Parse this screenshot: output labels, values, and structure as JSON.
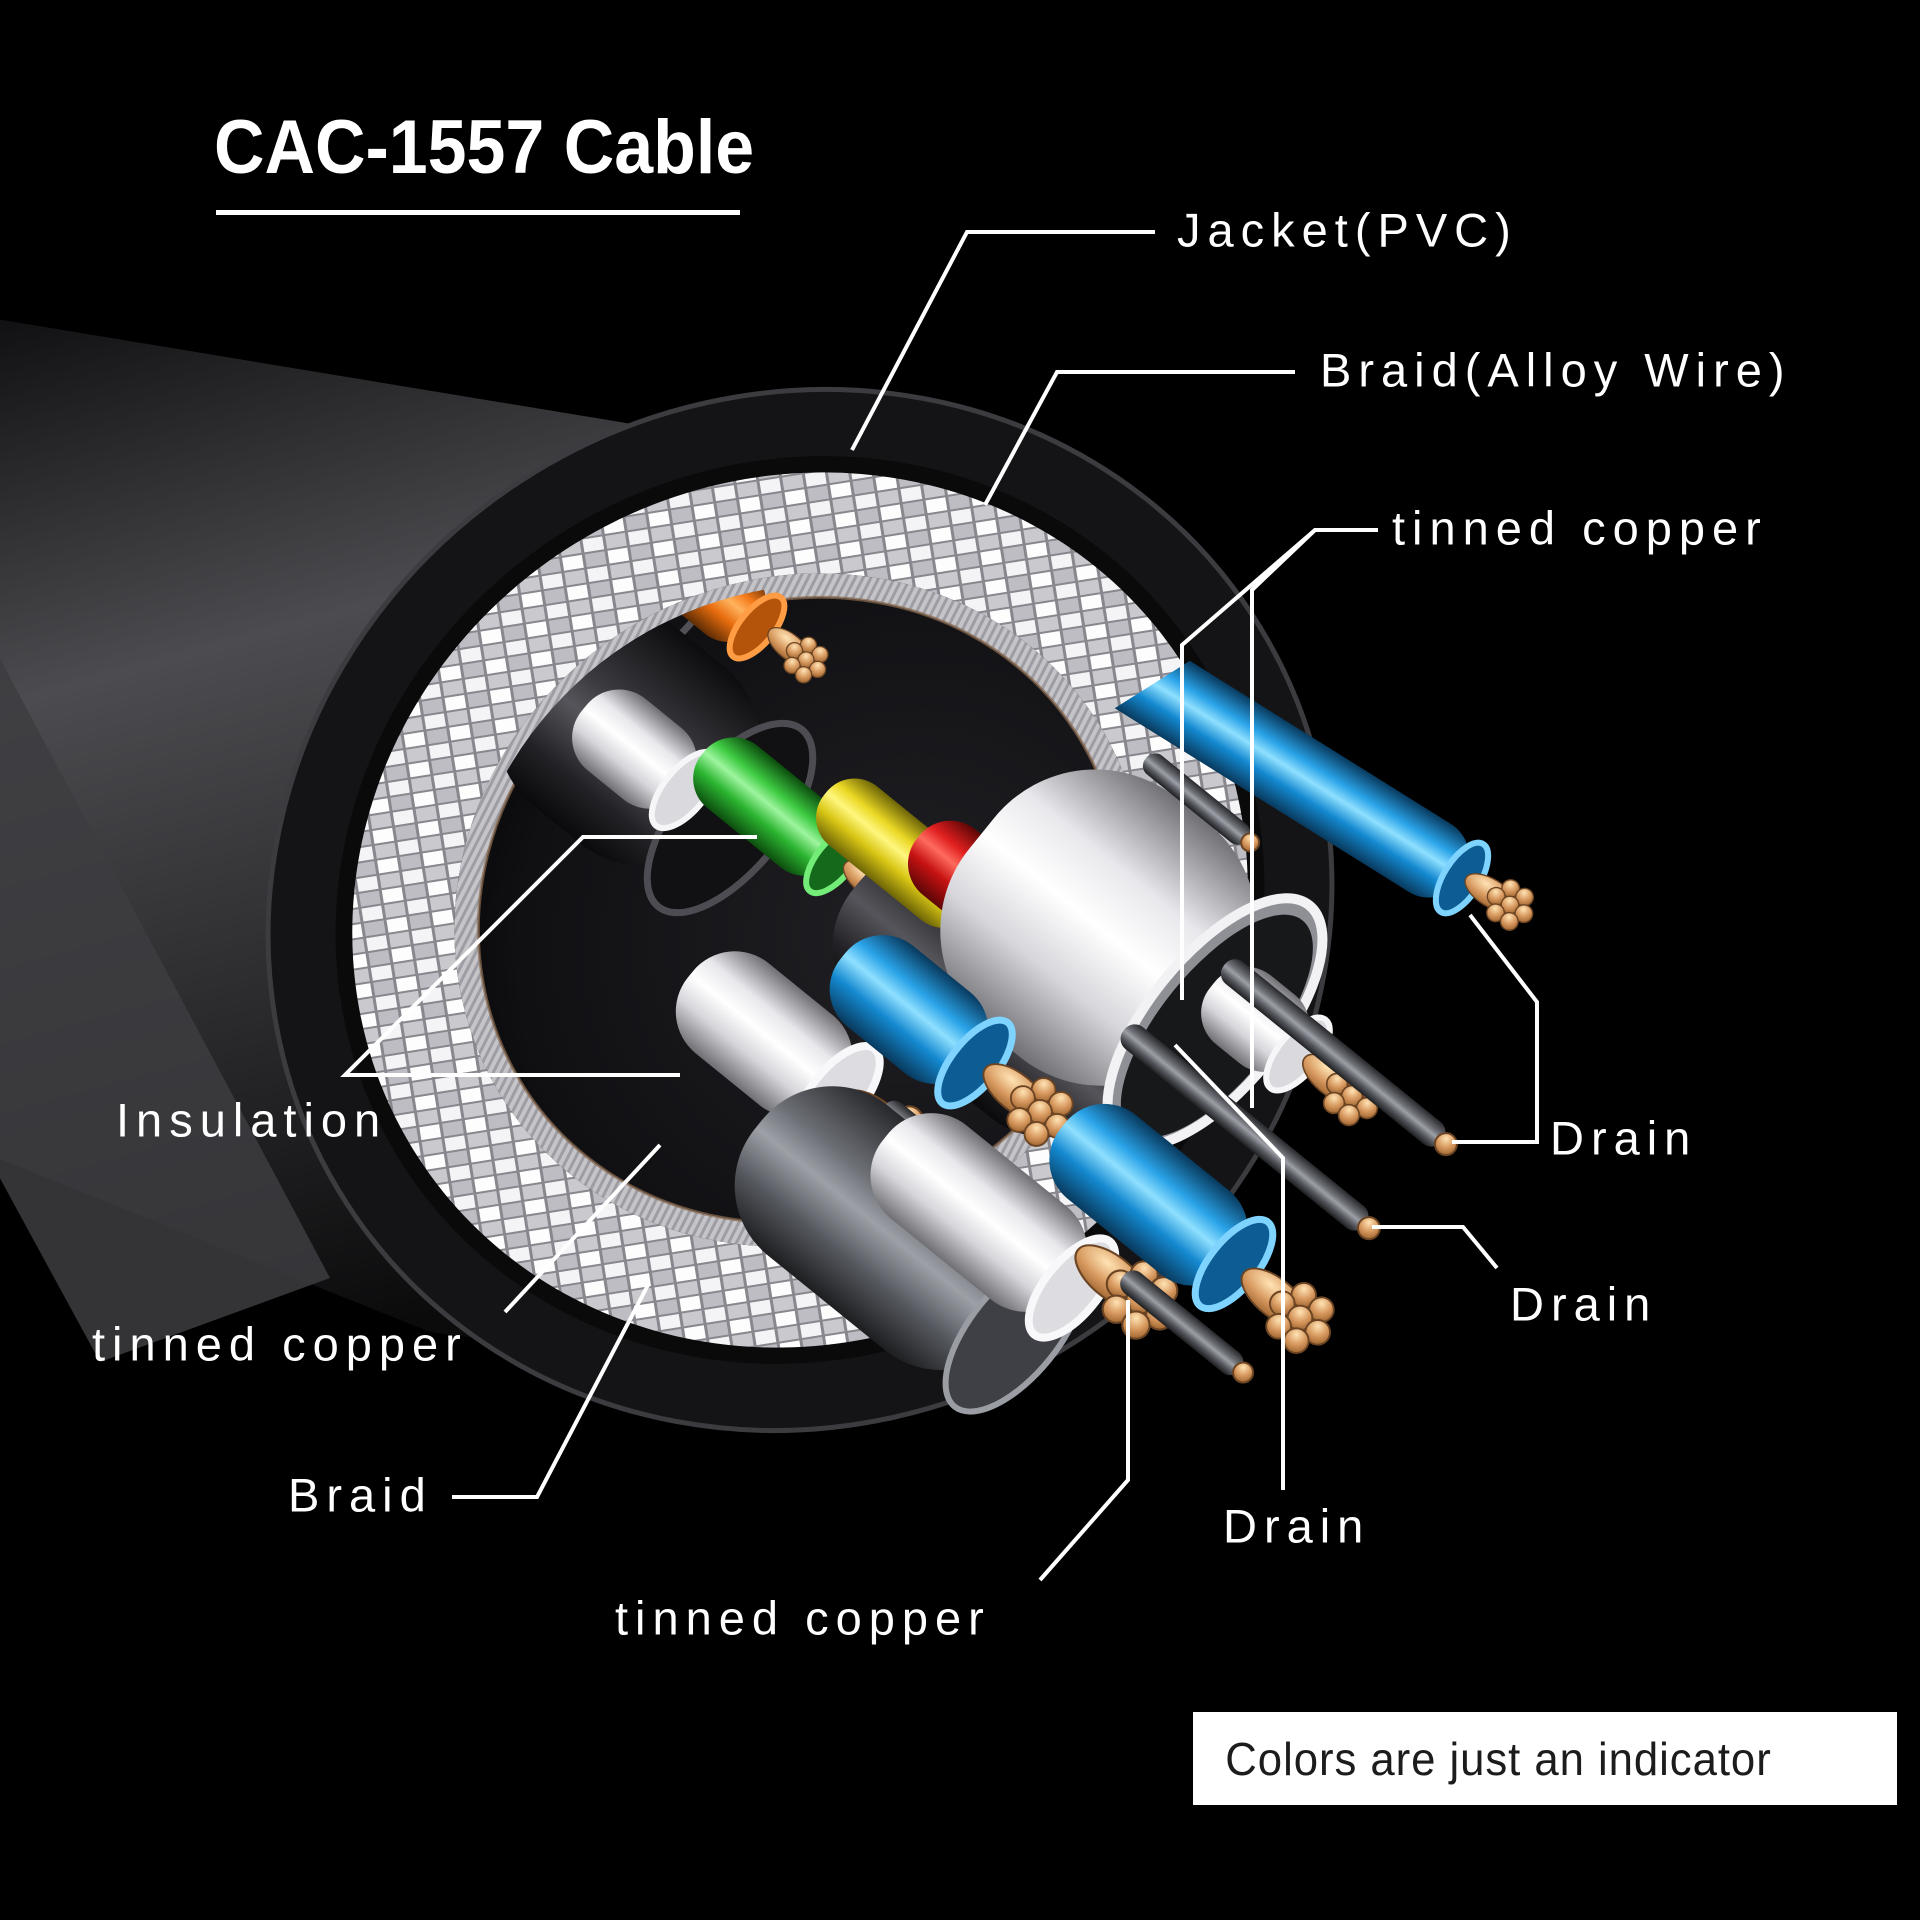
{
  "title": {
    "text": "CAC-1557 Cable"
  },
  "note": {
    "text": "Colors are just an indicator"
  },
  "labels": {
    "jacket": {
      "text": "Jacket(PVC)"
    },
    "braid_alloy": {
      "text": "Braid(Alloy Wire)"
    },
    "tinned_copper_top": {
      "text": "tinned copper"
    },
    "insulation": {
      "text": "Insulation"
    },
    "tinned_copper_left": {
      "text": "tinned copper"
    },
    "braid_left": {
      "text": "Braid"
    },
    "tinned_copper_bottom": {
      "text": "tinned copper"
    },
    "drain_right_top": {
      "text": "Drain"
    },
    "drain_right_mid": {
      "text": "Drain"
    },
    "drain_bottom": {
      "text": "Drain"
    }
  },
  "colors": {
    "background": "#000000",
    "jacket": "#17171a",
    "braid": "#f0f0f2",
    "foil": "#bcbcc1",
    "copper": "#c98f5a",
    "wire_orange": "#f57a1a",
    "wire_green": "#3ecb42",
    "wire_yellow": "#ead824",
    "wire_red": "#e01f1f",
    "wire_blue": "#2aa3e8",
    "wire_white": "#f2f2f4",
    "drain_gray": "#7a7d83",
    "leader_line": "#ffffff",
    "note_background": "#ffffff",
    "note_text": "#1c1c1c"
  }
}
